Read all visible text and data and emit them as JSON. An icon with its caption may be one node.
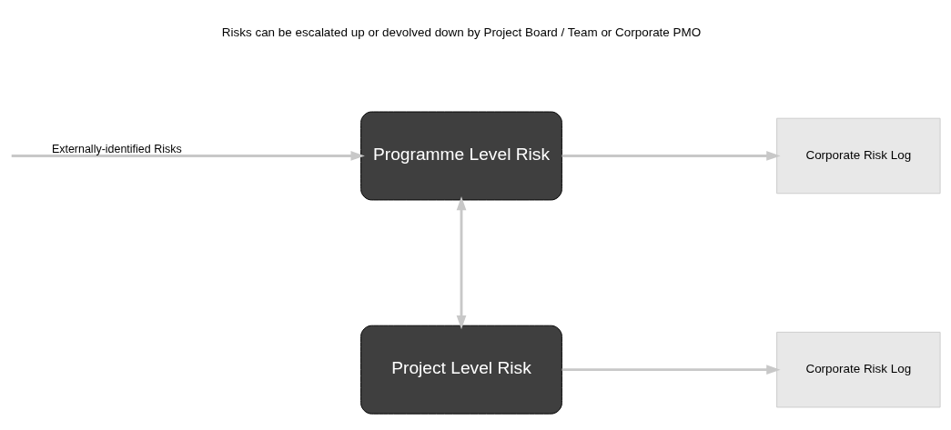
{
  "diagram": {
    "nodes": [
      {
        "text": [
          "Programme Level Risk"
        ]
      },
      {
        "text": [
          "Project Level Risk"
        ]
      },
      {
        "text": [
          "Corporate Risk Log"
        ]
      },
      {
        "text": [
          "Corporate Risk Log"
        ]
      }
    ],
    "edges": [
      {
        "from": null,
        "to": 0,
        "arrow": "to",
        "label": "Externally-identified Risks"
      },
      {
        "from": 0,
        "to": 2,
        "arrow": "to"
      },
      {
        "from": 0,
        "to": 1,
        "arrow": "both"
      },
      {
        "from": 1,
        "to": 3,
        "arrow": "to"
      }
    ],
    "labels": [
      "Risks can be escalated up or devolved down by Project Board / Team or Corporate PMO"
    ]
  }
}
